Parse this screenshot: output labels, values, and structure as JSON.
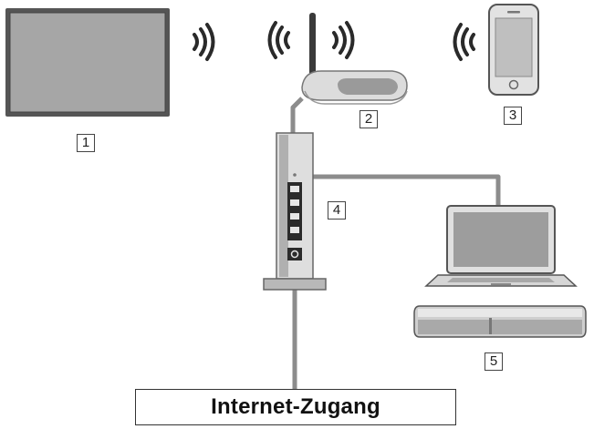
{
  "callouts": {
    "tv": "1",
    "wireless_router": "2",
    "smartphone": "3",
    "modem": "4",
    "recorder_and_laptop": "5"
  },
  "internet_label": "Internet-Zugang",
  "icons": [
    "tv-icon",
    "wifi-waves-icon",
    "wireless-router-icon",
    "smartphone-icon",
    "modem-icon",
    "laptop-icon",
    "recorder-icon"
  ]
}
